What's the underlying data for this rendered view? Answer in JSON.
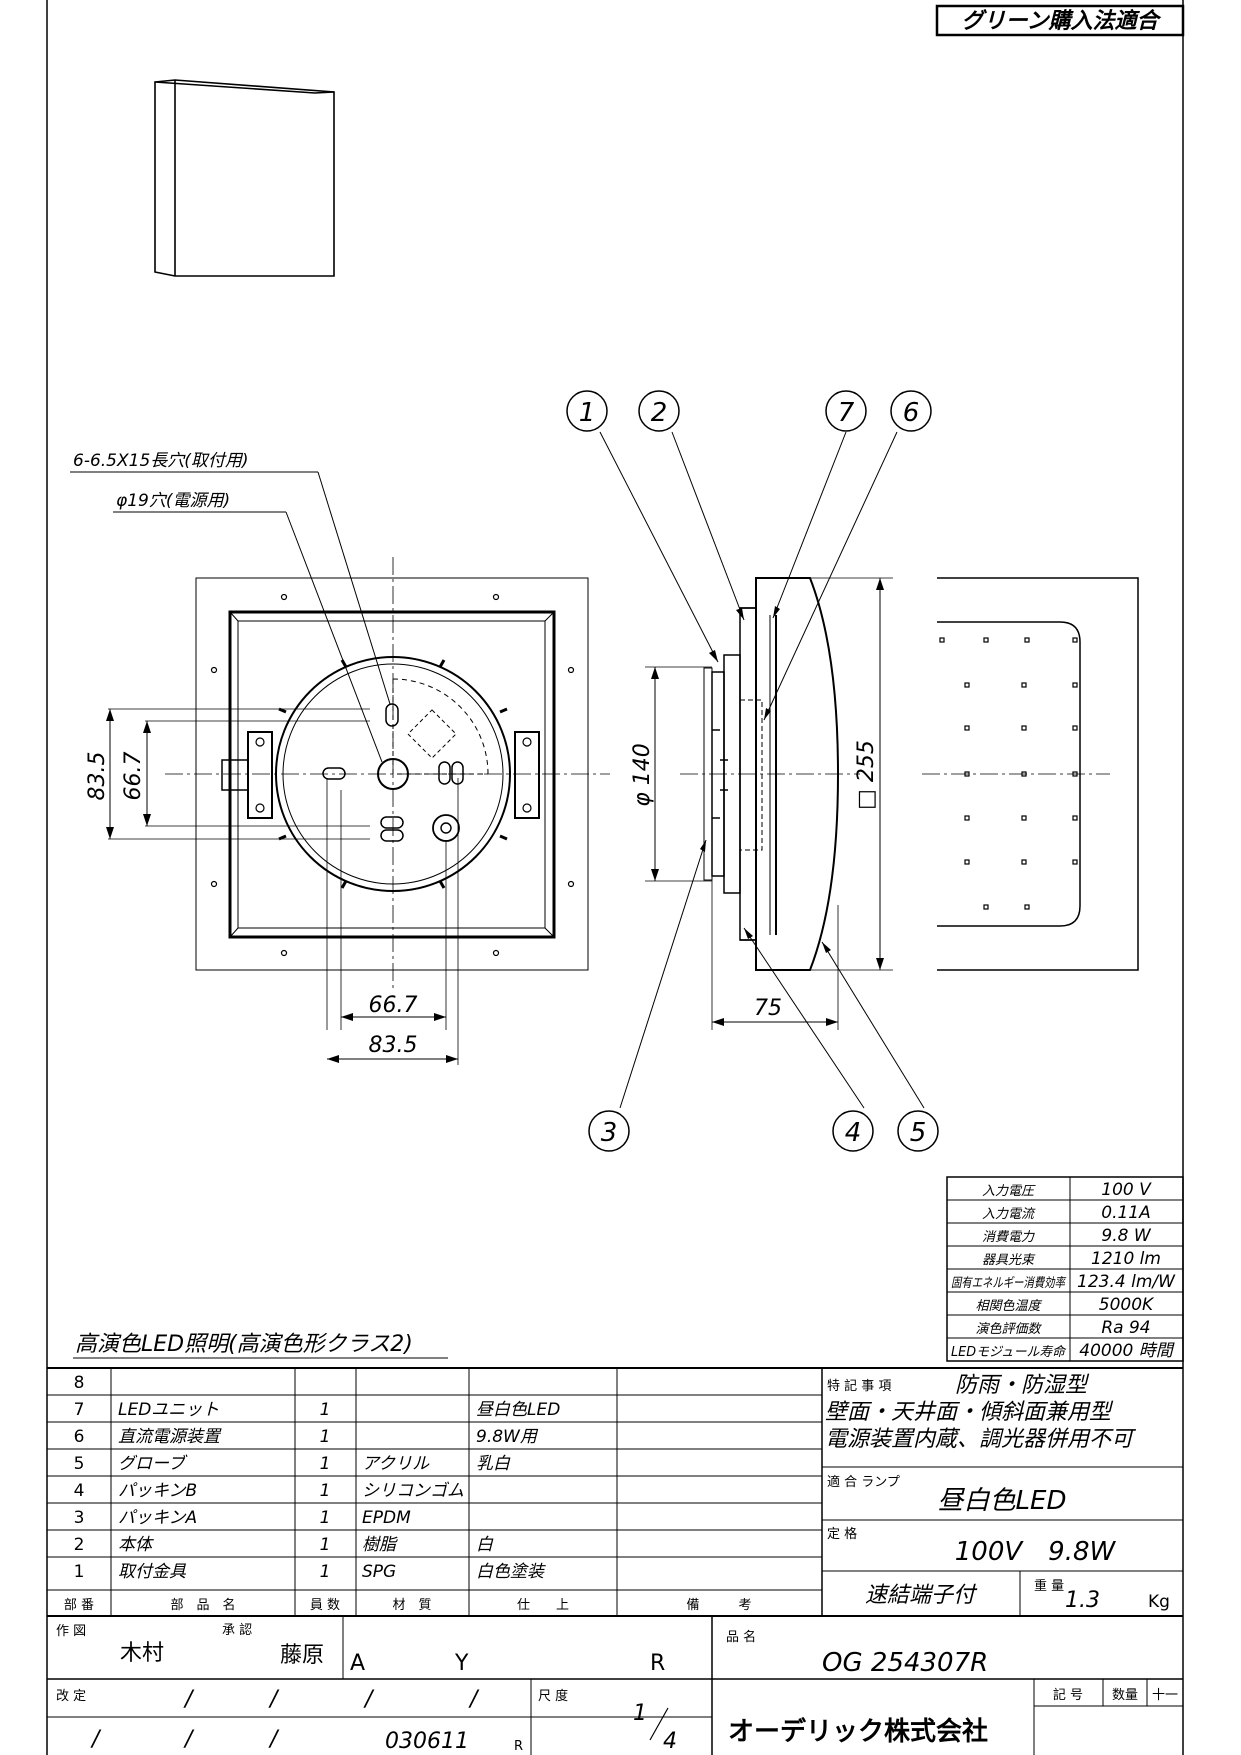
{
  "badge": "グリーン購入法適合",
  "annotations": {
    "slots": "6-6.5X15長穴(取付用)",
    "hole": "φ19穴(電源用)"
  },
  "dims": {
    "left_v1": "83.5",
    "left_v2": "66.7",
    "bot_h1": "66.7",
    "bot_h2": "83.5",
    "phi": "φ 140",
    "sq": "□ 255",
    "depth": "75"
  },
  "callouts": [
    "1",
    "2",
    "7",
    "6",
    "3",
    "4",
    "5"
  ],
  "specs": [
    {
      "label": "入力電圧",
      "value": "100 V"
    },
    {
      "label": "入力電流",
      "value": "0.11A"
    },
    {
      "label": "消費電力",
      "value": "9.8 W"
    },
    {
      "label": "器具光束",
      "value": "1210 lm"
    },
    {
      "label": "固有エネルギー消費効率",
      "value": "123.4 lm/W"
    },
    {
      "label": "相関色温度",
      "value": "5000K"
    },
    {
      "label": "演色評価数",
      "value": "Ra 94"
    },
    {
      "label": "LEDモジュール寿命",
      "value": "40000 時間"
    }
  ],
  "title_line": "高演色LED照明(高演色形クラス2)",
  "parts": [
    {
      "no": "8",
      "name": "",
      "qty": "",
      "material": "",
      "finish": ""
    },
    {
      "no": "7",
      "name": "LEDユニット",
      "qty": "1",
      "material": "",
      "finish": "昼白色LED"
    },
    {
      "no": "6",
      "name": "直流電源装置",
      "qty": "1",
      "material": "",
      "finish": "9.8W用"
    },
    {
      "no": "5",
      "name": "グローブ",
      "qty": "1",
      "material": "アクリル",
      "finish": "乳白"
    },
    {
      "no": "4",
      "name": "パッキンB",
      "qty": "1",
      "material": "シリコンゴム",
      "finish": ""
    },
    {
      "no": "3",
      "name": "パッキンA",
      "qty": "1",
      "material": "EPDM",
      "finish": ""
    },
    {
      "no": "2",
      "name": "本体",
      "qty": "1",
      "material": "樹脂",
      "finish": "白"
    },
    {
      "no": "1",
      "name": "取付金具",
      "qty": "1",
      "material": "SPG",
      "finish": "白色塗装"
    }
  ],
  "header": {
    "no": "部 番",
    "name": "部　品　名",
    "qty": "員 数",
    "material": "材　質",
    "finish": "仕　　上",
    "notes": "備　　　考"
  },
  "special": {
    "label": "特 記 事 項",
    "line1": "防雨・防湿型",
    "line2": "壁面・天井面・傾斜面兼用型",
    "line3": "電源装置内蔵、調光器併用不可"
  },
  "lamp": {
    "label": "適 合 ランプ",
    "value": "昼白色LED"
  },
  "rating": {
    "label": "定 格",
    "value": "100V　9.8W"
  },
  "terminal": "速結端子付",
  "weight": {
    "label": "重 量",
    "value": "1.3",
    "unit": "Kg"
  },
  "footer": {
    "drawn_label": "作 図",
    "drawn": "木村",
    "approved_label": "承 認",
    "approved": "藤原",
    "code_a": "A",
    "code_y": "Y",
    "code_r": "R",
    "product_label": "品 名",
    "product": "OG 254307R",
    "revise_label": "改 定",
    "slash": "/",
    "date": "030611",
    "date_suffix": "R",
    "scale_label": "尺 度",
    "scale_num": "1",
    "scale_den": "4",
    "company": "オーデリック株式会社",
    "kigo_label": "記 号",
    "qty_label": "数量",
    "kigo_val": "十一"
  }
}
